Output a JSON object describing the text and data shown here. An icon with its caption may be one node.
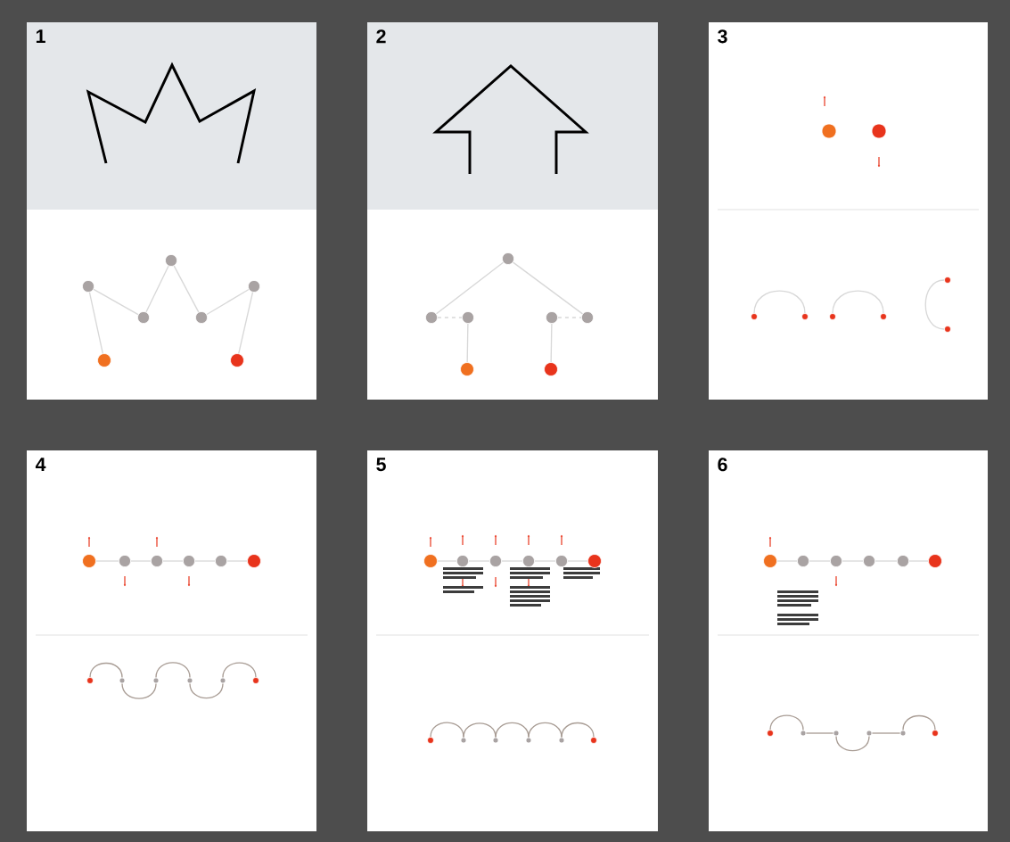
{
  "diagram": {
    "nodes": [
      {
        "text": [
          "1"
        ]
      },
      {
        "text": [
          "2"
        ]
      },
      {
        "text": [
          "3"
        ]
      },
      {
        "text": [
          "4"
        ]
      },
      {
        "text": [
          "5"
        ]
      },
      {
        "text": [
          "6"
        ]
      },
      {
        "text": [],
        "shape": "circle",
        "in": 0
      },
      {
        "text": [],
        "shape": "circle",
        "in": 0
      },
      {
        "text": [],
        "shape": "circle",
        "in": 0
      },
      {
        "text": [],
        "shape": "circle",
        "in": 0
      },
      {
        "text": [],
        "shape": "circle",
        "in": 0
      },
      {
        "text": [],
        "shape": "circle",
        "in": 0
      },
      {
        "text": [],
        "shape": "circle",
        "in": 0
      },
      {
        "text": [],
        "shape": "circle",
        "in": 1
      },
      {
        "text": [],
        "shape": "circle",
        "in": 1
      },
      {
        "text": [],
        "shape": "circle",
        "in": 1
      },
      {
        "text": [],
        "shape": "circle",
        "in": 1
      },
      {
        "text": [],
        "shape": "circle",
        "in": 1
      },
      {
        "text": [],
        "shape": "circle",
        "in": 1
      },
      {
        "text": [],
        "shape": "circle",
        "in": 1
      },
      {
        "text": [],
        "shape": "circle",
        "in": 2
      },
      {
        "text": [],
        "shape": "circle",
        "in": 2
      },
      {
        "text": [],
        "shape": "circle",
        "in": 2
      },
      {
        "text": [],
        "shape": "circle",
        "in": 2
      },
      {
        "text": [],
        "shape": "circle",
        "in": 2
      },
      {
        "text": [],
        "shape": "circle",
        "in": 2
      },
      {
        "text": [],
        "shape": "circle",
        "in": 2
      },
      {
        "text": [],
        "shape": "circle",
        "in": 2
      },
      {
        "text": [],
        "shape": "circle",
        "in": 3
      },
      {
        "text": [],
        "shape": "circle",
        "in": 3
      },
      {
        "text": [],
        "shape": "circle",
        "in": 3
      },
      {
        "text": [],
        "shape": "circle",
        "in": 3
      },
      {
        "text": [],
        "shape": "circle",
        "in": 3
      },
      {
        "text": [],
        "shape": "circle",
        "in": 3
      },
      {
        "text": [],
        "shape": "circle",
        "in": 3
      },
      {
        "text": [],
        "shape": "circle",
        "in": 3
      },
      {
        "text": [],
        "shape": "circle",
        "in": 3
      },
      {
        "text": [],
        "shape": "circle",
        "in": 3
      },
      {
        "text": [],
        "shape": "circle",
        "in": 3
      },
      {
        "text": [],
        "shape": "circle",
        "in": 3
      },
      {
        "text": [],
        "shape": "circle",
        "in": 4
      },
      {
        "text": [],
        "shape": "circle",
        "in": 4
      },
      {
        "text": [],
        "shape": "circle",
        "in": 4
      },
      {
        "text": [],
        "shape": "circle",
        "in": 4
      },
      {
        "text": [],
        "shape": "circle",
        "in": 4
      },
      {
        "text": [],
        "shape": "circle",
        "in": 4
      },
      {
        "text": [],
        "shape": "circle",
        "in": 4
      },
      {
        "text": [],
        "shape": "circle",
        "in": 4
      },
      {
        "text": [],
        "shape": "circle",
        "in": 4
      },
      {
        "text": [],
        "shape": "circle",
        "in": 4
      },
      {
        "text": [],
        "shape": "circle",
        "in": 4
      },
      {
        "text": [],
        "shape": "circle",
        "in": 4
      },
      {
        "text": [],
        "shape": "circle",
        "in": 5
      },
      {
        "text": [],
        "shape": "circle",
        "in": 5
      },
      {
        "text": [],
        "shape": "circle",
        "in": 5
      },
      {
        "text": [],
        "shape": "circle",
        "in": 5
      },
      {
        "text": [],
        "shape": "circle",
        "in": 5
      },
      {
        "text": [],
        "shape": "circle",
        "in": 5
      },
      {
        "text": [],
        "shape": "circle",
        "in": 5
      },
      {
        "text": [],
        "shape": "circle",
        "in": 5
      },
      {
        "text": [],
        "shape": "circle",
        "in": 5
      },
      {
        "text": [],
        "shape": "circle",
        "in": 5
      },
      {
        "text": [],
        "shape": "circle",
        "in": 5
      },
      {
        "text": [],
        "shape": "circle",
        "in": 5
      }
    ],
    "edges": [
      {
        "from": 6,
        "to": 7,
        "arrow": "none"
      },
      {
        "from": 7,
        "to": 8,
        "arrow": "none"
      },
      {
        "from": 8,
        "to": 9,
        "arrow": "none"
      },
      {
        "from": 9,
        "to": 10,
        "arrow": "none"
      },
      {
        "from": 10,
        "to": 11,
        "arrow": "none"
      },
      {
        "from": 11,
        "to": 12,
        "arrow": "none"
      },
      {
        "from": 13,
        "to": 14,
        "arrow": "none"
      },
      {
        "from": 13,
        "to": 17,
        "arrow": "none"
      },
      {
        "from": 14,
        "to": 15,
        "arrow": "none",
        "style": "dashed"
      },
      {
        "from": 16,
        "to": 17,
        "arrow": "none",
        "style": "dashed"
      },
      {
        "from": 15,
        "to": 18,
        "arrow": "none"
      },
      {
        "from": 16,
        "to": 19,
        "arrow": "none"
      },
      {
        "from": 22,
        "to": 23,
        "arrow": "none"
      },
      {
        "from": 24,
        "to": 25,
        "arrow": "none"
      },
      {
        "from": 26,
        "to": 27,
        "arrow": "none"
      },
      {
        "from": 28,
        "to": 29,
        "arrow": "none"
      },
      {
        "from": 29,
        "to": 30,
        "arrow": "none"
      },
      {
        "from": 30,
        "to": 31,
        "arrow": "none"
      },
      {
        "from": 31,
        "to": 32,
        "arrow": "none"
      },
      {
        "from": 32,
        "to": 33,
        "arrow": "none"
      },
      {
        "from": 34,
        "to": 35,
        "arrow": "none",
        "color": "#a89c94"
      },
      {
        "from": 35,
        "to": 36,
        "arrow": "none",
        "color": "#a89c94"
      },
      {
        "from": 36,
        "to": 37,
        "arrow": "none",
        "color": "#a89c94"
      },
      {
        "from": 37,
        "to": 38,
        "arrow": "none",
        "color": "#a89c94"
      },
      {
        "from": 38,
        "to": 39,
        "arrow": "none",
        "color": "#a89c94"
      },
      {
        "from": 40,
        "to": 41,
        "arrow": "none"
      },
      {
        "from": 41,
        "to": 42,
        "arrow": "none"
      },
      {
        "from": 42,
        "to": 43,
        "arrow": "none"
      },
      {
        "from": 43,
        "to": 44,
        "arrow": "none"
      },
      {
        "from": 44,
        "to": 45,
        "arrow": "none"
      },
      {
        "from": 46,
        "to": 47,
        "arrow": "none",
        "color": "#a89c94"
      },
      {
        "from": 47,
        "to": 48,
        "arrow": "none",
        "color": "#a89c94"
      },
      {
        "from": 48,
        "to": 49,
        "arrow": "none",
        "color": "#a89c94"
      },
      {
        "from": 49,
        "to": 50,
        "arrow": "none",
        "color": "#a89c94"
      },
      {
        "from": 50,
        "to": 51,
        "arrow": "none",
        "color": "#a89c94"
      },
      {
        "from": 52,
        "to": 53,
        "arrow": "none"
      },
      {
        "from": 53,
        "to": 54,
        "arrow": "none"
      },
      {
        "from": 54,
        "to": 55,
        "arrow": "none"
      },
      {
        "from": 55,
        "to": 56,
        "arrow": "none"
      },
      {
        "from": 56,
        "to": 57,
        "arrow": "none"
      },
      {
        "from": 58,
        "to": 59,
        "arrow": "none",
        "color": "#a89c94"
      },
      {
        "from": 59,
        "to": 60,
        "arrow": "none",
        "color": "#a89c94"
      },
      {
        "from": 60,
        "to": 61,
        "arrow": "none",
        "color": "#a89c94"
      },
      {
        "from": 61,
        "to": 62,
        "arrow": "none",
        "color": "#a89c94"
      },
      {
        "from": 62,
        "to": 63,
        "arrow": "none",
        "color": "#a89c94"
      }
    ]
  }
}
